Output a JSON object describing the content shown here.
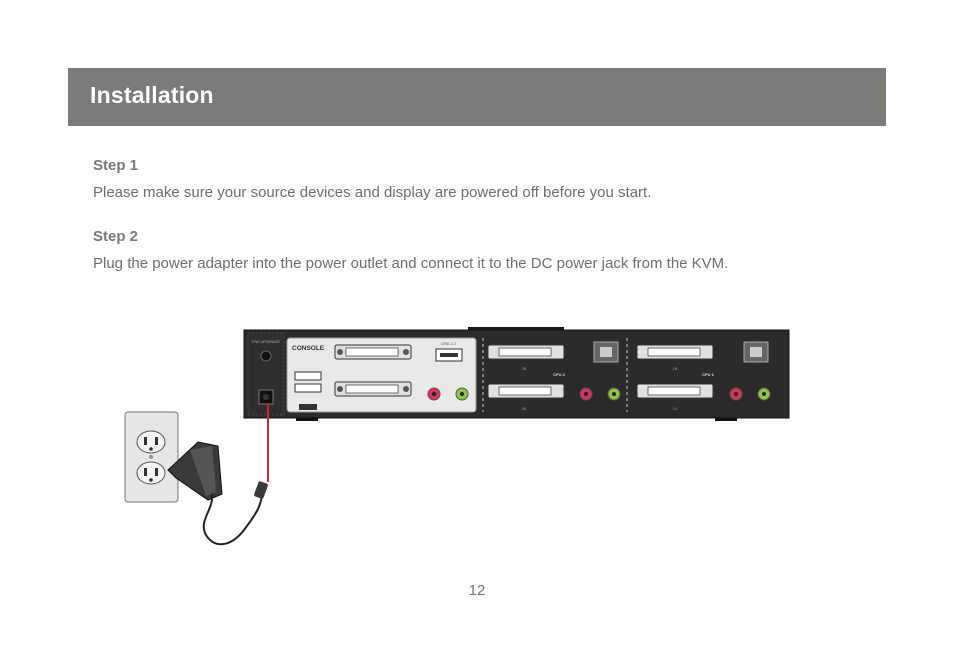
{
  "header": {
    "title": "Installation"
  },
  "steps": [
    {
      "heading": "Step 1",
      "text": "Please make sure your source devices and display are powered off before you start."
    },
    {
      "heading": "Step 2",
      "text": "Plug the power adapter into the power outlet and connect it to the DC power jack from the KVM."
    }
  ],
  "kvm": {
    "console_label": "CONSOLE",
    "fw_label": "F/W UPGRADE",
    "usb_label": "USB 2.0",
    "cpu2_label": "CPU 2",
    "cpu1_label": "CPU 1",
    "port_2b": "2B",
    "port_2a": "2A",
    "port_1b": "1B",
    "port_1a": "1A",
    "body_color": "#2b2b2b",
    "cable_color": "#d0262f"
  },
  "footer": {
    "page_number": "12"
  }
}
